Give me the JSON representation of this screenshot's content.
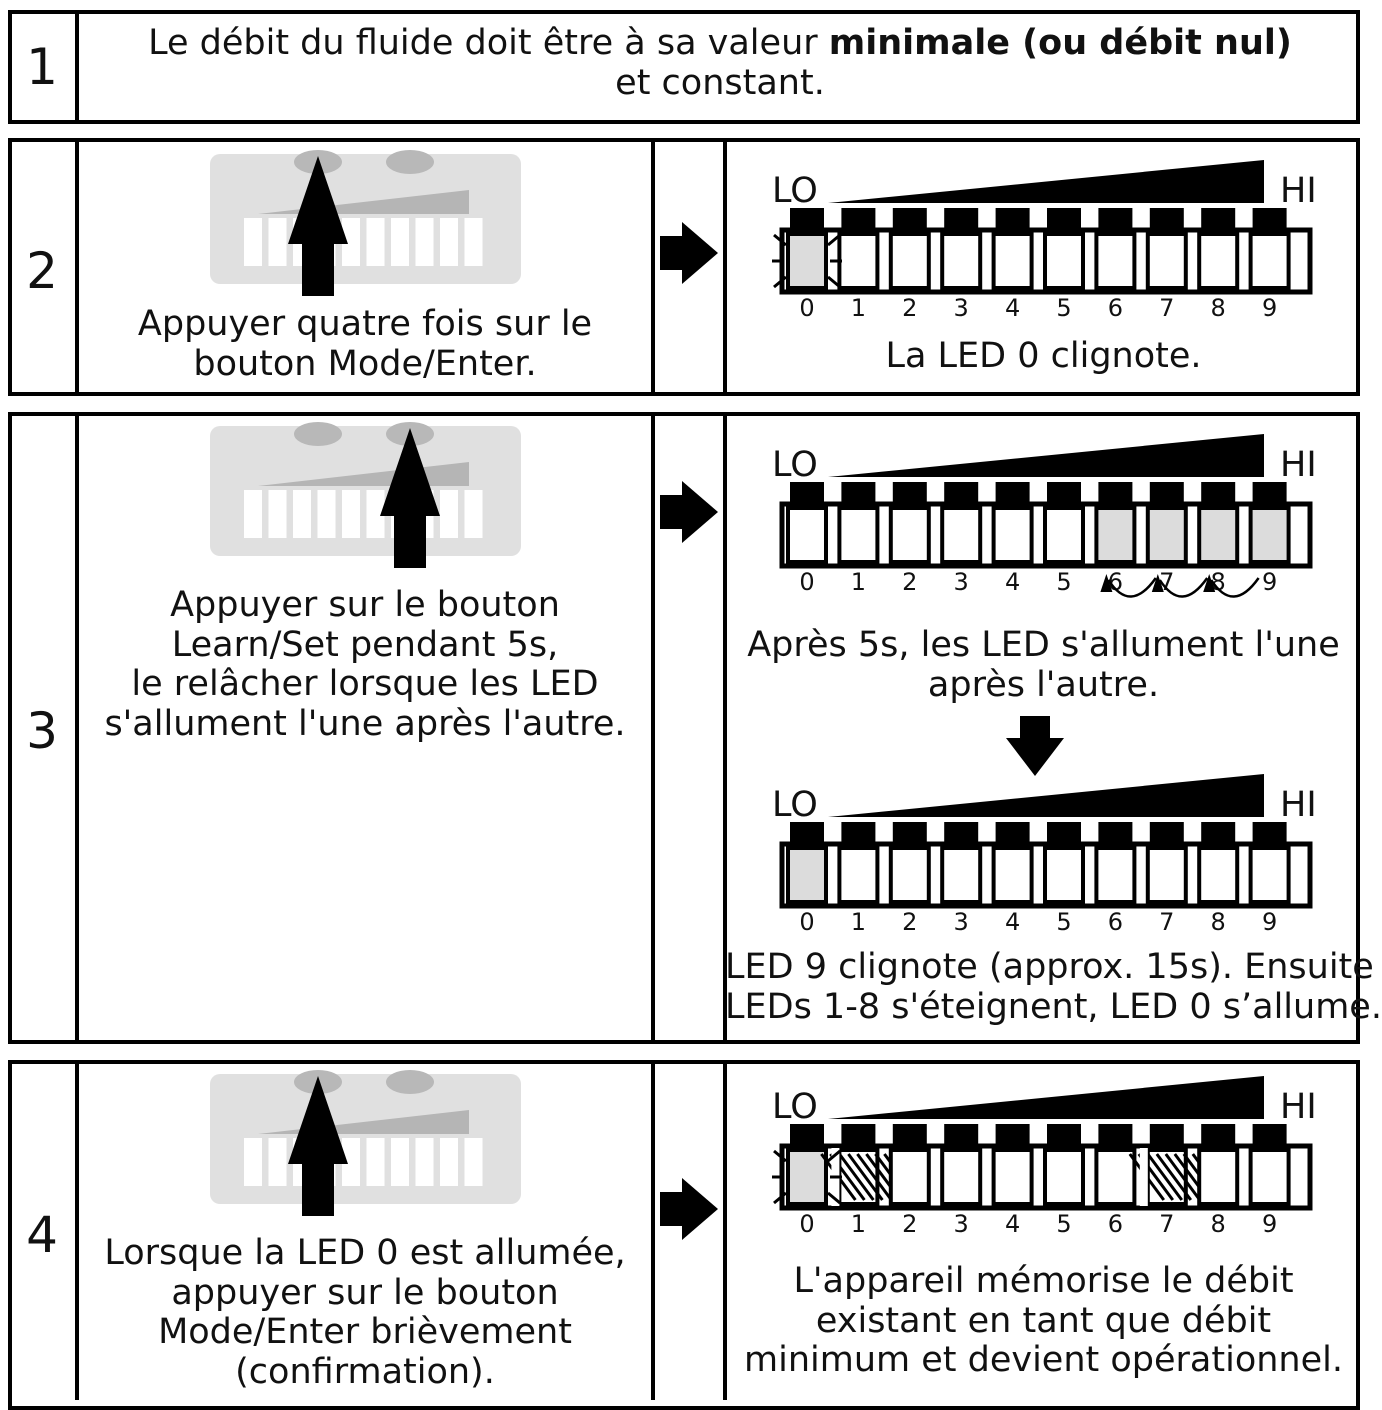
{
  "step1": {
    "number": "1",
    "text_plain": "Le débit du fluide doit être à sa valeur ",
    "text_bold": "minimale (ou débit nul)",
    "text_line2": "et constant."
  },
  "step2": {
    "number": "2",
    "instruction_line1": "Appuyer quatre fois sur le",
    "instruction_line2": "bouton Mode/Enter.",
    "display_lo": "LO",
    "display_hi": "HI",
    "led_labels": [
      "0",
      "1",
      "2",
      "3",
      "4",
      "5",
      "6",
      "7",
      "8",
      "9"
    ],
    "result": "La LED 0 clignote."
  },
  "step3": {
    "number": "3",
    "instruction_line1": "Appuyer sur le bouton",
    "instruction_line2": "Learn/Set pendant 5s,",
    "instruction_line3": "le relâcher lorsque les LED",
    "instruction_line4": "s'allument l'une après l'autre.",
    "display_lo": "LO",
    "display_hi": "HI",
    "result_a_line1": "Après 5s, les LED s'allument l'une",
    "result_a_line2": "après l'autre.",
    "result_b_line1": "LED 9 clignote (approx. 15s). Ensuite",
    "result_b_line2": "LEDs 1-8 s'éteignent, LED 0 s’allume."
  },
  "step4": {
    "number": "4",
    "instruction_line1": "Lorsque la LED 0 est allumée,",
    "instruction_line2": "appuyer sur le bouton",
    "instruction_line3": "Mode/Enter brièvement",
    "instruction_line4": "(confirmation).",
    "display_lo": "LO",
    "display_hi": "HI",
    "result_line1": "L'appareil mémorise le débit",
    "result_line2": "existant en tant que débit",
    "result_line3": "minimum et devient opérationnel."
  },
  "colors": {
    "border": "#000000",
    "led_lit": "#dcdcdc",
    "device_body": "#e0e0e0"
  },
  "icons": [
    "press-arrow-icon",
    "next-step-arrow-icon",
    "down-arrow-icon",
    "blink-rays-icon"
  ]
}
